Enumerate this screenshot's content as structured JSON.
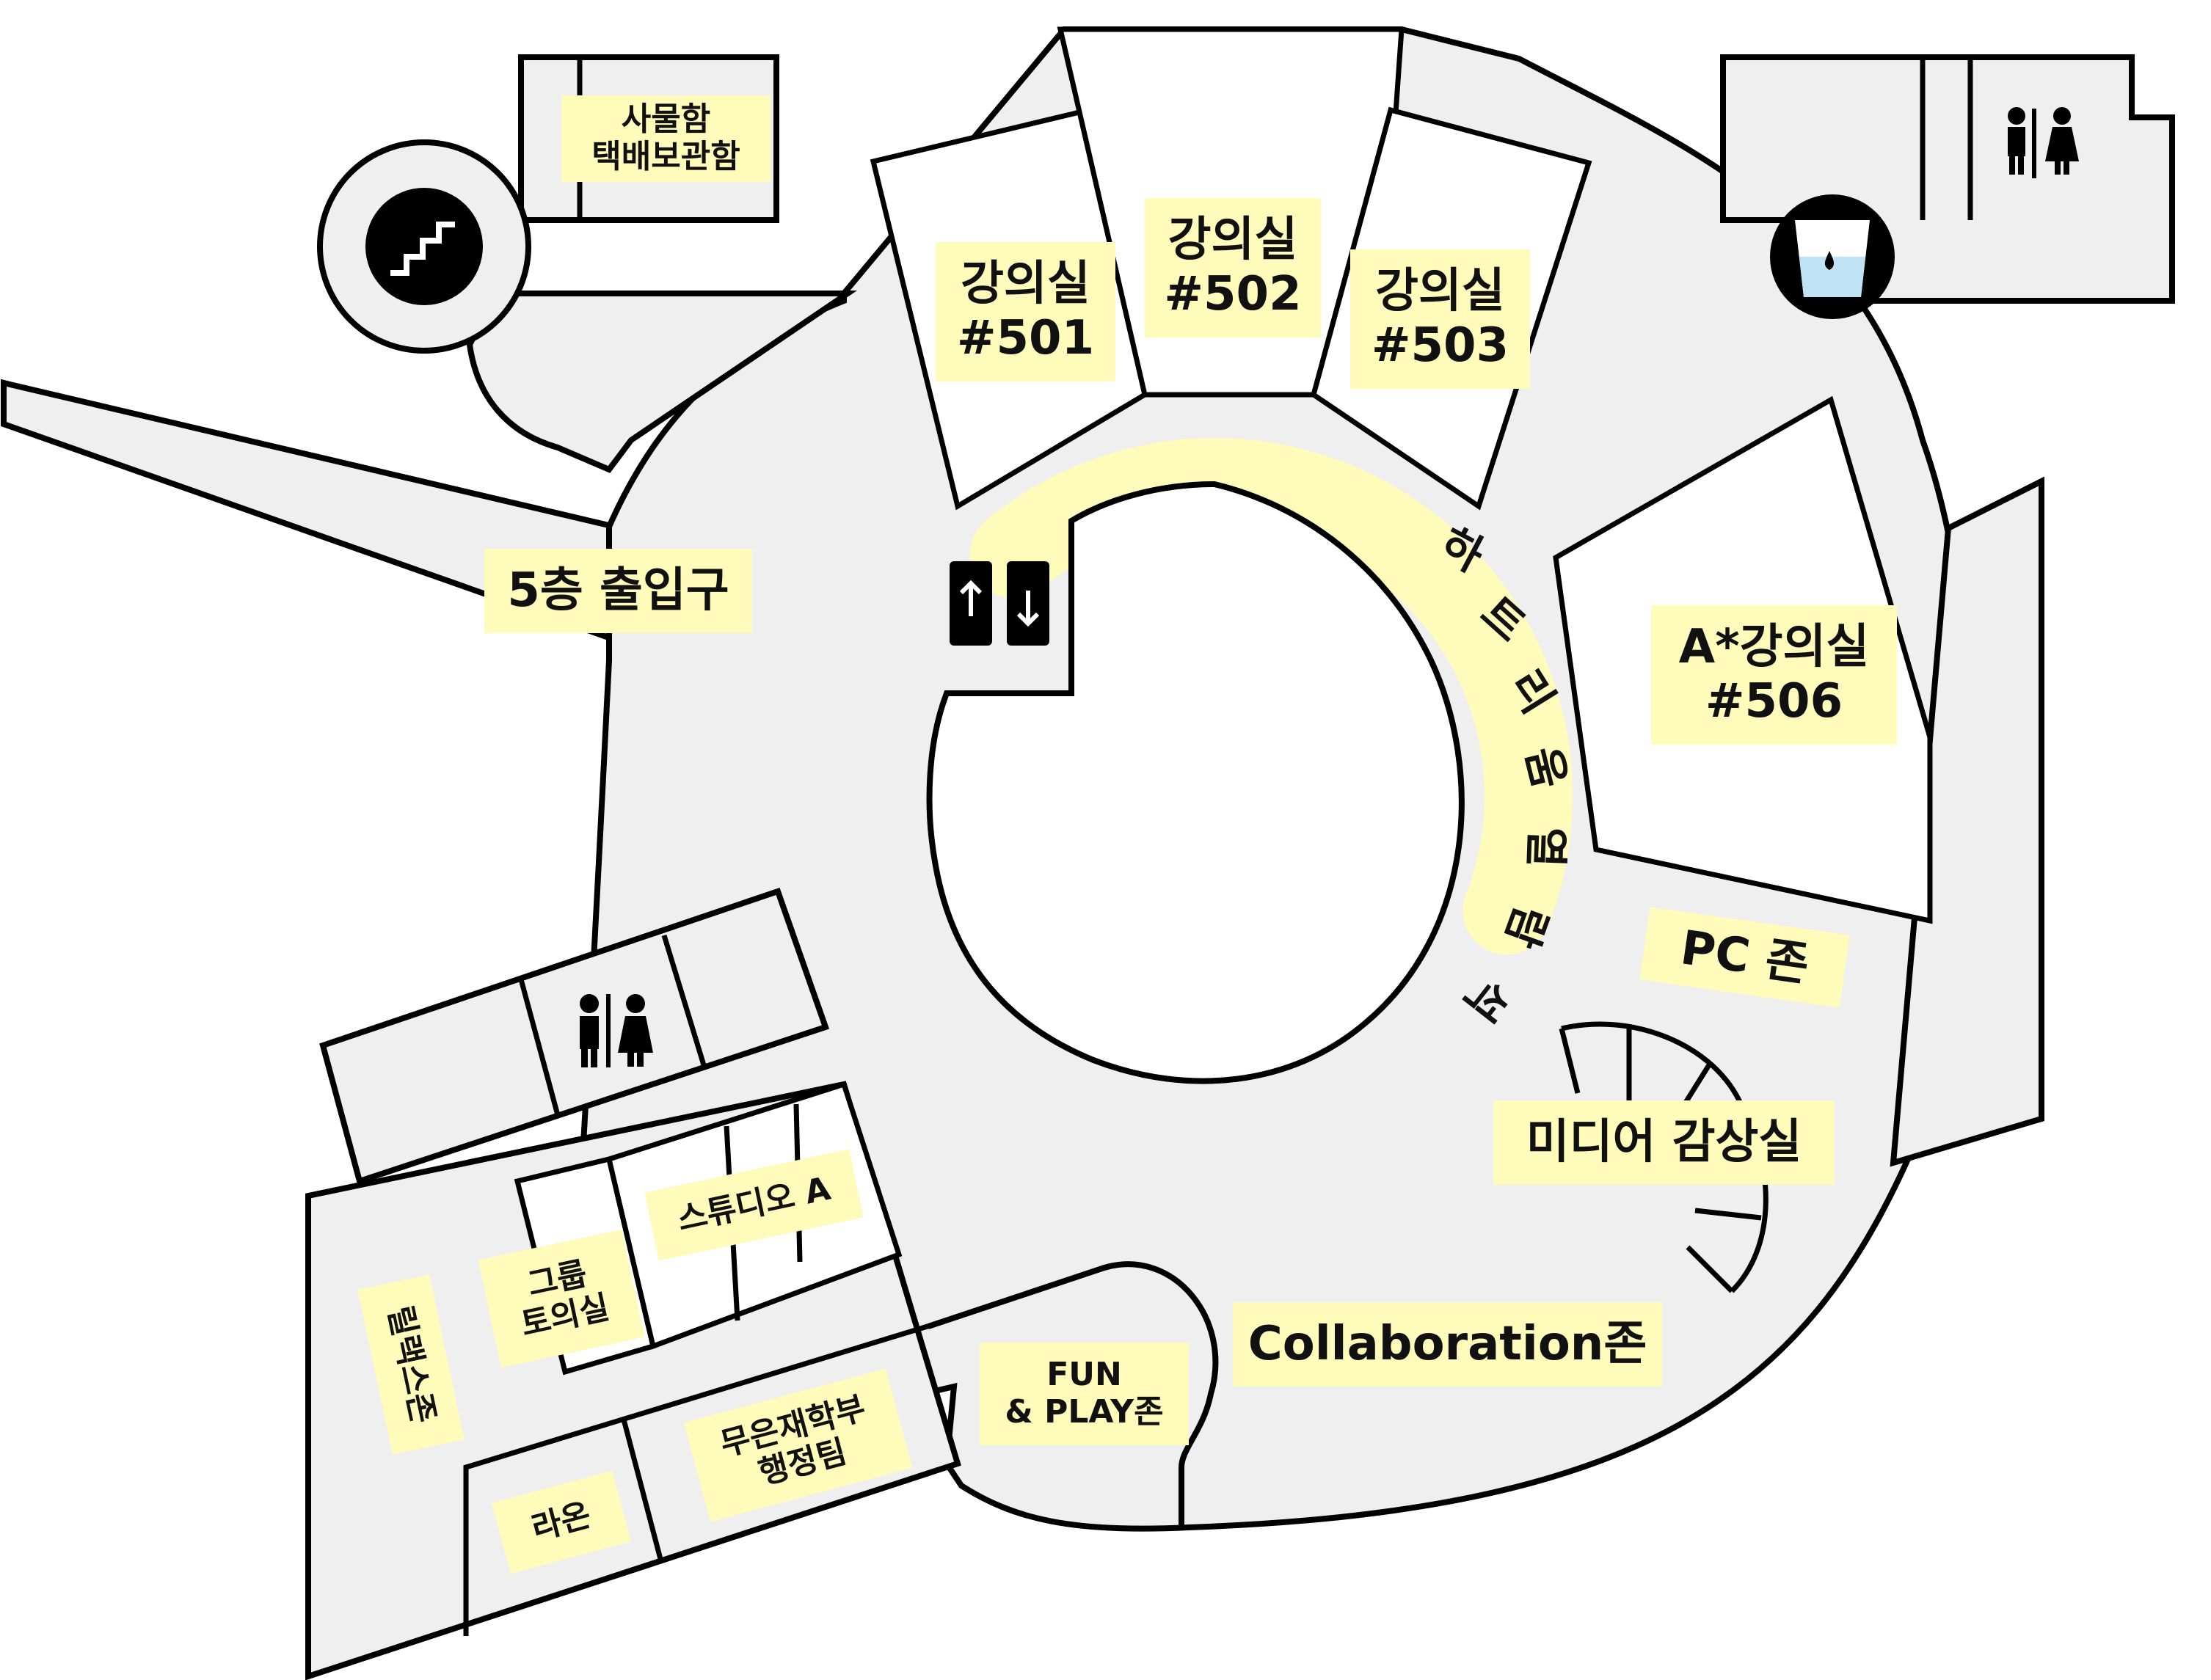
{
  "colors": {
    "highlight": "#fefbbb",
    "floor": "#efefef",
    "wall": "#000000",
    "room": "#ffffff",
    "water": "#bfe3f5"
  },
  "labels": {
    "locker": "사물함\n택배보관함",
    "room501": "강의실\n#501",
    "room502": "강의실\n#502",
    "room503": "강의실\n#503",
    "room506": "A*강의실\n#506",
    "entrance": "5층 출입구",
    "pc_zone": "PC 존",
    "media_room": "미디어 감상실",
    "collaboration": "Collaboration존",
    "fun_play": "FUN\n& PLAY존",
    "studio_a": "스튜디오 A",
    "group_room": "그룹\n토의실",
    "relax_zone": "릴랙스존",
    "lounge": "라온",
    "admin_team": "무은재학부\n행정팀"
  },
  "atrium_label": [
    "하",
    "트",
    "리",
    "움",
    "열",
    "람",
    "석"
  ],
  "icons": [
    "stairs-icon",
    "elevator-icon",
    "restroom-icon",
    "water-cup-icon"
  ]
}
